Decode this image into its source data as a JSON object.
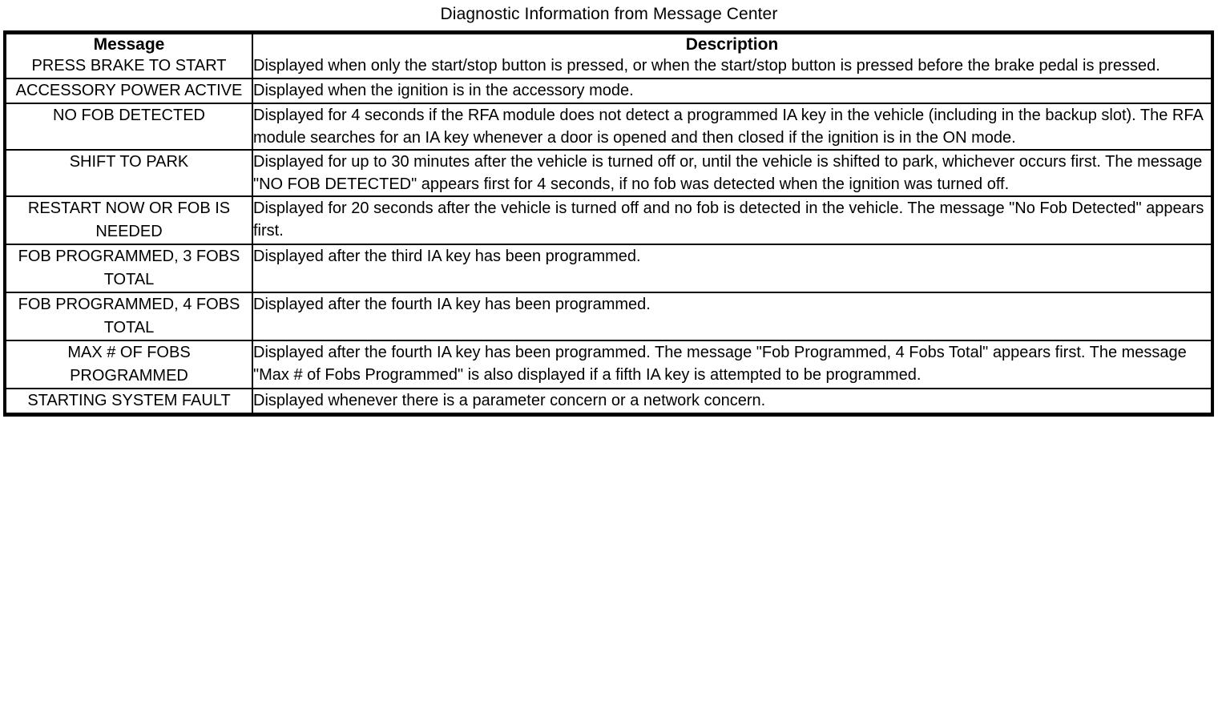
{
  "document": {
    "title": "Diagnostic Information from Message Center"
  },
  "table": {
    "columns": [
      {
        "id": "message",
        "header": "Message"
      },
      {
        "id": "description",
        "header": "Description"
      }
    ],
    "rows": [
      {
        "message": "PRESS BRAKE TO START",
        "description": "Displayed when only the start/stop button is pressed, or when the start/stop button is pressed before the brake pedal is pressed."
      },
      {
        "message": "ACCESSORY POWER ACTIVE",
        "description": "Displayed when the ignition is in the accessory mode."
      },
      {
        "message": "NO FOB DETECTED",
        "description": "Displayed for 4 seconds if the RFA module does not detect a programmed IA key in the vehicle (including in the backup slot). The RFA module searches for an IA key whenever a door is opened and then closed if the ignition is in the ON mode."
      },
      {
        "message": "SHIFT TO PARK",
        "description": "Displayed for up to 30 minutes after the vehicle is turned off or, until the vehicle is shifted to park, whichever occurs first. The message \"NO FOB DETECTED\" appears first for 4 seconds, if no fob was detected when the ignition was turned off."
      },
      {
        "message": "RESTART NOW OR FOB IS NEEDED",
        "description": "Displayed for 20 seconds after the vehicle is turned off and no fob is detected in the vehicle. The message \"No Fob Detected\" appears first."
      },
      {
        "message": "FOB PROGRAMMED, 3 FOBS TOTAL",
        "description": "Displayed after the third IA key has been programmed."
      },
      {
        "message": "FOB PROGRAMMED, 4 FOBS TOTAL",
        "description": "Displayed after the fourth IA key has been programmed."
      },
      {
        "message": "MAX # OF FOBS PROGRAMMED",
        "description": "Displayed after the fourth IA key has been programmed. The message \"Fob Programmed, 4 Fobs Total\" appears first. The message \"Max # of Fobs Programmed\" is also displayed if a fifth IA key is attempted to be programmed."
      },
      {
        "message": "STARTING SYSTEM FAULT",
        "description": "Displayed whenever there is a parameter concern or a network concern."
      }
    ]
  }
}
